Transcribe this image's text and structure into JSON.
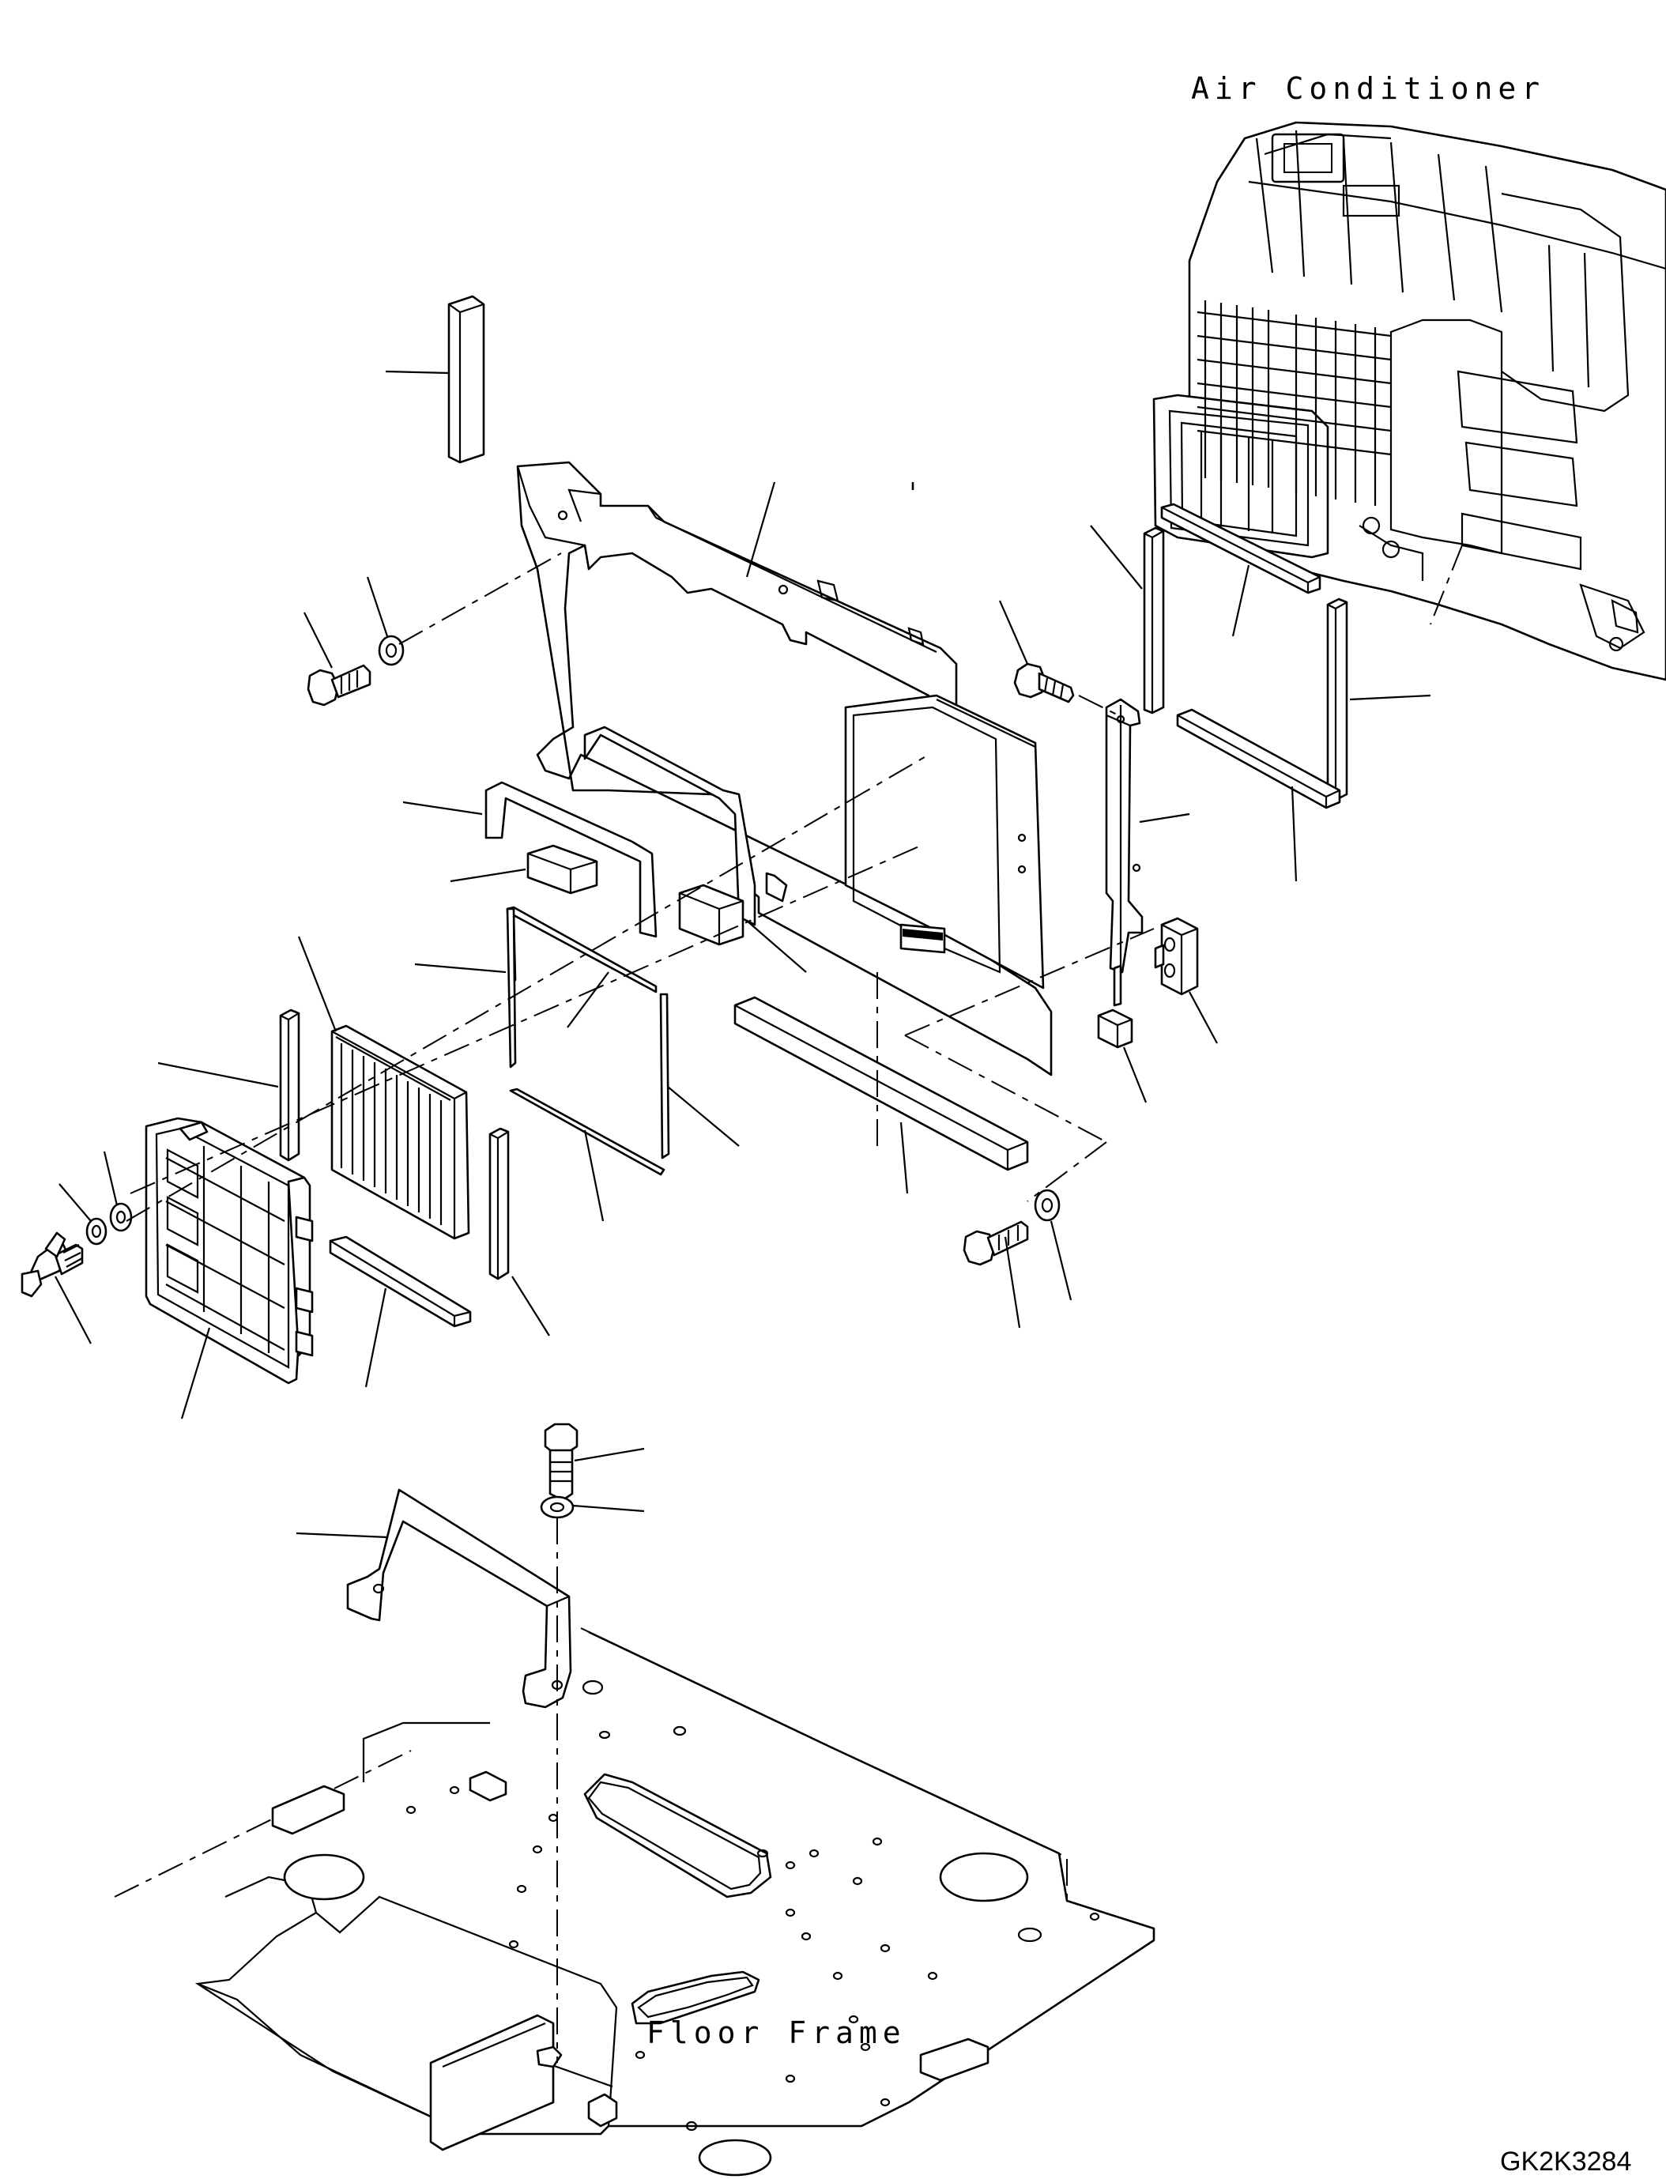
{
  "labels": {
    "air_conditioner": "Air Conditioner",
    "floor_frame": "Floor Frame",
    "drawing_code": "GK2K3284"
  }
}
